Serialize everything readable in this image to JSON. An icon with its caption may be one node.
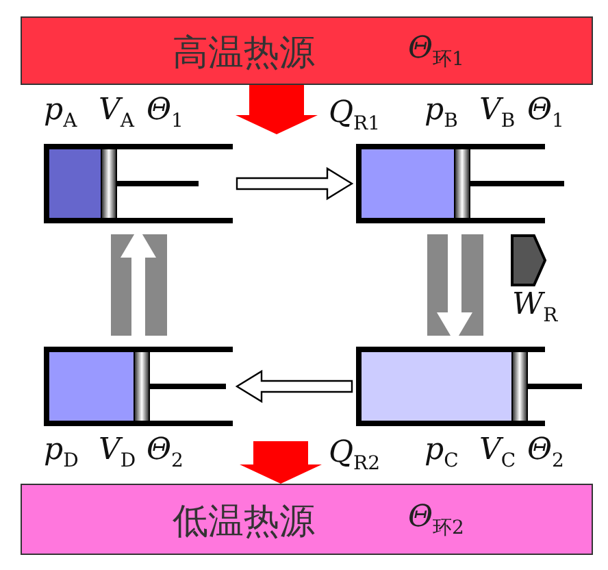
{
  "diagram": {
    "nodes": [
      {
        "text": [
          "高温热源",
          "Θ$_{环1}$"
        ]
      },
      {
        "text": [],
        "shape": "cylinder",
        "beside": [
          "p$_{A}$",
          "V$_{A}$",
          "Θ$_{1}$"
        ]
      },
      {
        "text": [],
        "shape": "cylinder",
        "beside": [
          "p$_{B}$",
          "V$_{B}$",
          "Θ$_{1}$"
        ]
      },
      {
        "text": [],
        "shape": "cylinder",
        "beside": [
          "p$_{C}$",
          "V$_{C}$",
          "Θ$_{2}$"
        ]
      },
      {
        "text": [],
        "shape": "cylinder",
        "beside": [
          "p$_{D}$",
          "V$_{D}$",
          "Θ$_{2}$"
        ]
      },
      {
        "text": [
          "低温热源",
          "Θ$_{环2}$"
        ]
      }
    ],
    "edges": [
      {
        "from": 1,
        "to": 2,
        "arrow": "to"
      },
      {
        "from": 2,
        "to": 3,
        "arrow": "to"
      },
      {
        "from": 3,
        "to": 4,
        "arrow": "to"
      },
      {
        "from": 4,
        "to": 1,
        "arrow": "to"
      },
      {
        "from": 0,
        "to": null,
        "arrow": "to",
        "label": "Q$_{R1}$",
        "color": "#ff0000"
      },
      {
        "from": null,
        "to": 5,
        "arrow": "to",
        "label": "Q$_{R2}$",
        "color": "#ff0000"
      }
    ],
    "labels": [
      "W$_{R}$"
    ]
  }
}
